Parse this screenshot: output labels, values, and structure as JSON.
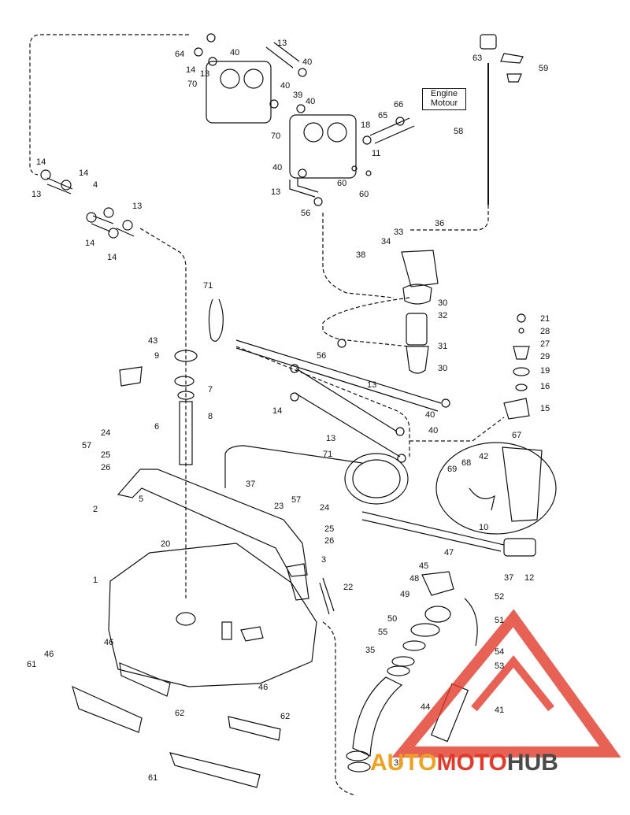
{
  "engine_label": {
    "line1": "Engine",
    "line2": "Motour"
  },
  "watermark": {
    "part1": "AUTO",
    "part2": "MOTO",
    "part3": "HUB"
  },
  "colors": {
    "line": "#111111",
    "watermark_red": "#e23a2a",
    "watermark_orange": "#f0a020",
    "watermark_gray": "#4a4a4a"
  },
  "callouts": [
    {
      "n": "13"
    },
    {
      "n": "64"
    },
    {
      "n": "14"
    },
    {
      "n": "13"
    },
    {
      "n": "40"
    },
    {
      "n": "70"
    },
    {
      "n": "40"
    },
    {
      "n": "40"
    },
    {
      "n": "39"
    },
    {
      "n": "40"
    },
    {
      "n": "63"
    },
    {
      "n": "59"
    },
    {
      "n": "66"
    },
    {
      "n": "65"
    },
    {
      "n": "18"
    },
    {
      "n": "58"
    },
    {
      "n": "70"
    },
    {
      "n": "11"
    },
    {
      "n": "40"
    },
    {
      "n": "60"
    },
    {
      "n": "60"
    },
    {
      "n": "13"
    },
    {
      "n": "56"
    },
    {
      "n": "14"
    },
    {
      "n": "14"
    },
    {
      "n": "13"
    },
    {
      "n": "4"
    },
    {
      "n": "13"
    },
    {
      "n": "14"
    },
    {
      "n": "14"
    },
    {
      "n": "36"
    },
    {
      "n": "33"
    },
    {
      "n": "34"
    },
    {
      "n": "38"
    },
    {
      "n": "30"
    },
    {
      "n": "32"
    },
    {
      "n": "71"
    },
    {
      "n": "31"
    },
    {
      "n": "30"
    },
    {
      "n": "43"
    },
    {
      "n": "9"
    },
    {
      "n": "56"
    },
    {
      "n": "21"
    },
    {
      "n": "28"
    },
    {
      "n": "27"
    },
    {
      "n": "29"
    },
    {
      "n": "19"
    },
    {
      "n": "16"
    },
    {
      "n": "7"
    },
    {
      "n": "8"
    },
    {
      "n": "13"
    },
    {
      "n": "14"
    },
    {
      "n": "40"
    },
    {
      "n": "15"
    },
    {
      "n": "40"
    },
    {
      "n": "6"
    },
    {
      "n": "13"
    },
    {
      "n": "67"
    },
    {
      "n": "71"
    },
    {
      "n": "24"
    },
    {
      "n": "57"
    },
    {
      "n": "25"
    },
    {
      "n": "26"
    },
    {
      "n": "68"
    },
    {
      "n": "42"
    },
    {
      "n": "69"
    },
    {
      "n": "37"
    },
    {
      "n": "2"
    },
    {
      "n": "5"
    },
    {
      "n": "23"
    },
    {
      "n": "57"
    },
    {
      "n": "24"
    },
    {
      "n": "10"
    },
    {
      "n": "25"
    },
    {
      "n": "26"
    },
    {
      "n": "20"
    },
    {
      "n": "37"
    },
    {
      "n": "12"
    },
    {
      "n": "47"
    },
    {
      "n": "3"
    },
    {
      "n": "45"
    },
    {
      "n": "1"
    },
    {
      "n": "48"
    },
    {
      "n": "22"
    },
    {
      "n": "52"
    },
    {
      "n": "49"
    },
    {
      "n": "50"
    },
    {
      "n": "51"
    },
    {
      "n": "55"
    },
    {
      "n": "54"
    },
    {
      "n": "35"
    },
    {
      "n": "53"
    },
    {
      "n": "46"
    },
    {
      "n": "61"
    },
    {
      "n": "44"
    },
    {
      "n": "46"
    },
    {
      "n": "62"
    },
    {
      "n": "41"
    },
    {
      "n": "46"
    },
    {
      "n": "62"
    },
    {
      "n": "35"
    },
    {
      "n": "61"
    }
  ]
}
